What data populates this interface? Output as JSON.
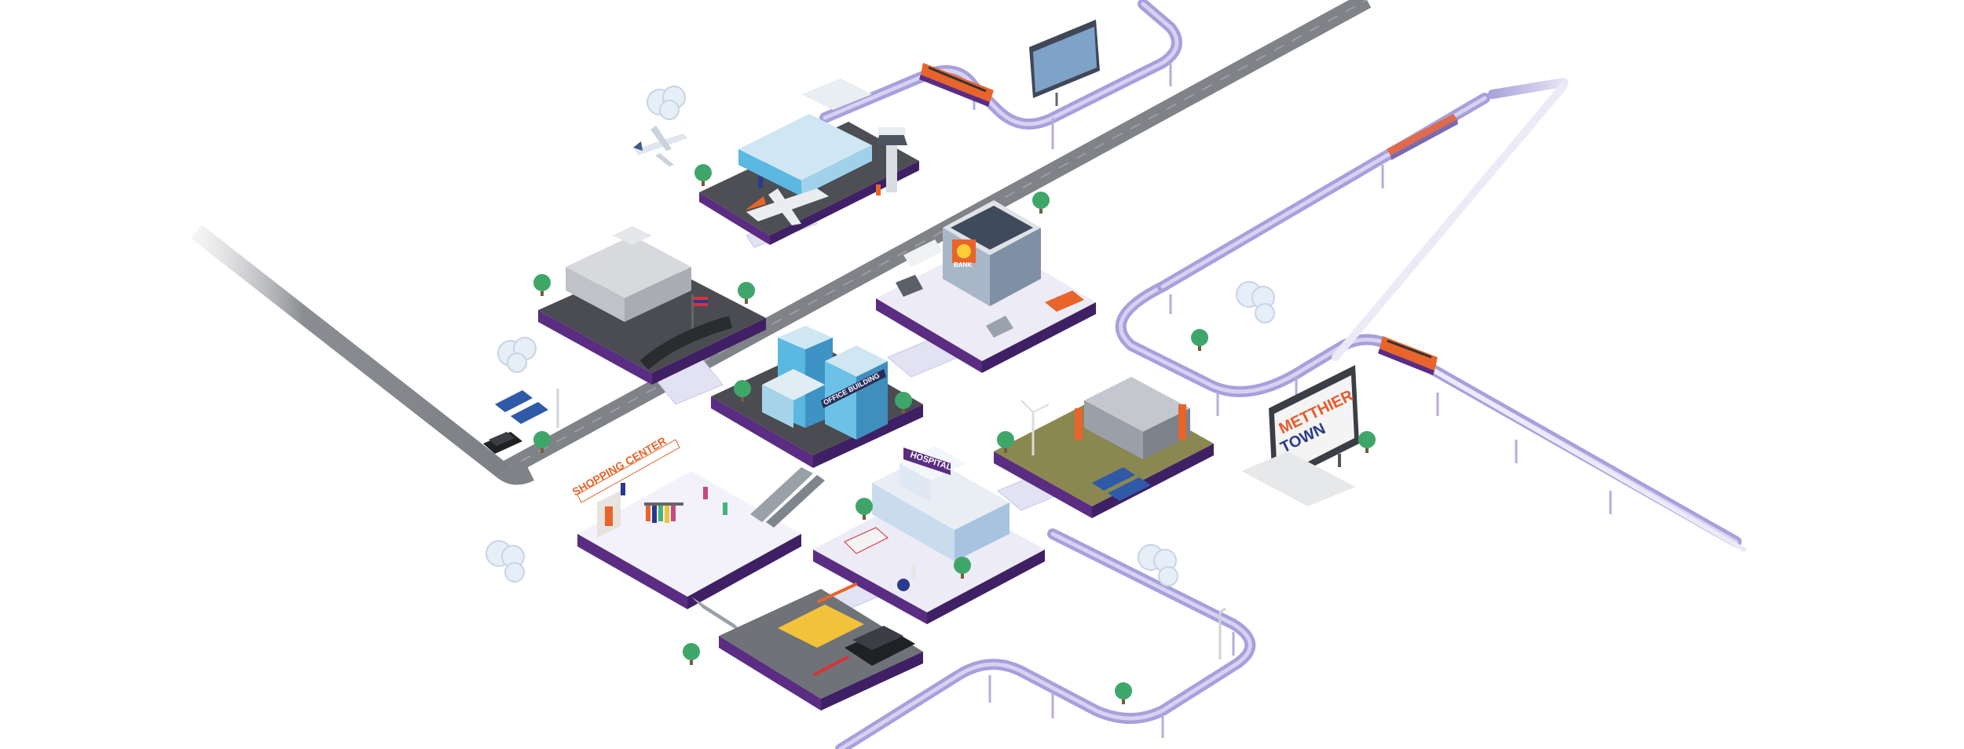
{
  "billboard": {
    "line1": "METTHIER",
    "line2": "TOWN",
    "color_line1": "#e85a2a",
    "color_line2": "#2a3a8c"
  },
  "signs": {
    "shopping": "SHOPPING CENTER",
    "office": "OFFICE BUILDING",
    "hospital": "HOSPITAL",
    "bank": "BANK"
  },
  "colors": {
    "platform_purple": "#5a2d82",
    "monorail_lavender": "#b9b3e0",
    "road_gray": "#8a8d91",
    "walkway": "#e2e2f2",
    "accent_orange": "#e8642a"
  }
}
